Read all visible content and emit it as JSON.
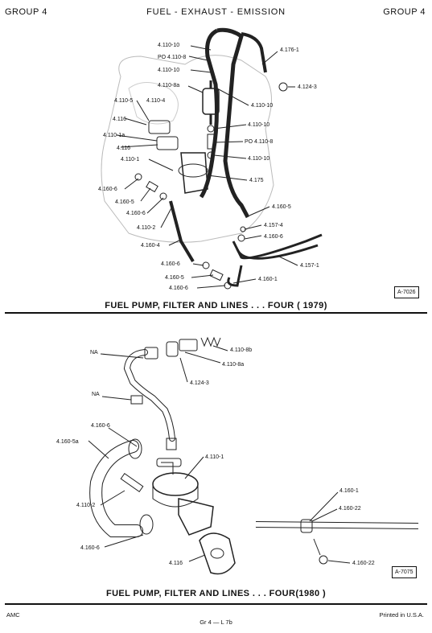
{
  "header": {
    "left": "GROUP 4",
    "title": "FUEL - EXHAUST - EMISSION",
    "right": "GROUP 4"
  },
  "fig1": {
    "id": "A-7026",
    "caption": "FUEL PUMP, FILTER AND LINES . . . FOUR ( 1979)",
    "labels": [
      "4.110-10",
      "PO 4.110-8",
      "4.110-10",
      "4.110-8a",
      "4.110-5",
      "4.110-4",
      "4.116",
      "4.110-1a",
      "4.116",
      "4.110-1",
      "4.160-6",
      "4.160-5",
      "4.160-6",
      "4.110-2",
      "4.160-4",
      "4.160-6",
      "4.160-5",
      "4.160-6",
      "4.176-1",
      "4.124-3",
      "4.110-10",
      "4.110-10",
      "PO 4.110-8",
      "4.110-10",
      "4.175",
      "4.160-5",
      "4.157-4",
      "4.160-6",
      "4.157-1",
      "4.160-1"
    ]
  },
  "fig2": {
    "id": "A-7075",
    "caption": "FUEL PUMP, FILTER AND LINES . . . FOUR(1980 )",
    "labels": [
      "NA",
      "NA",
      "4.110-8b",
      "4.110-8a",
      "4.124-3",
      "4.160-6",
      "4.160-5a",
      "4.110-1",
      "4.110-2",
      "4.160-6",
      "4.116",
      "4.160-1",
      "4.160-22",
      "4.160-22"
    ]
  },
  "footer": {
    "left": "AMC",
    "center": "Gr  4  —  L  7b",
    "right": "Printed  in U.S.A."
  }
}
